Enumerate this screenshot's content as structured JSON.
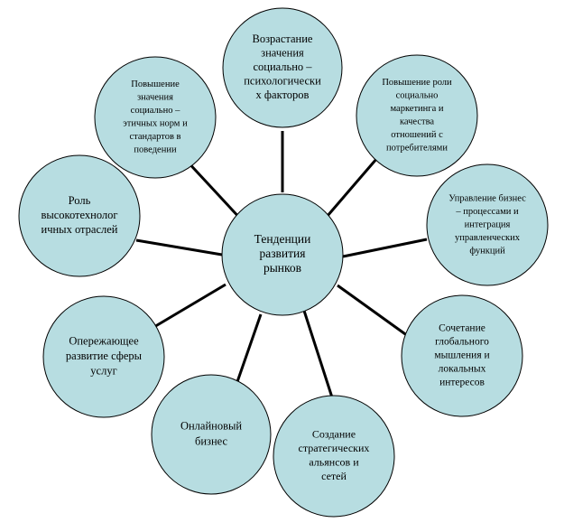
{
  "diagram": {
    "center": {
      "lines": [
        "Тенденции",
        "развития",
        "рынков"
      ]
    },
    "nodes": [
      {
        "id": "top",
        "lines": [
          "Возрастание",
          "значения",
          "социально –",
          "психологически",
          "х факторов"
        ]
      },
      {
        "id": "top-right",
        "lines": [
          "Повышение роли",
          "социально",
          "маркетинга и",
          "качества",
          "отношений с",
          "потребителями"
        ]
      },
      {
        "id": "right",
        "lines": [
          "Управление бизнес",
          "– процессами и",
          "интеграция",
          "управленческих",
          "функций"
        ]
      },
      {
        "id": "bottom-right",
        "lines": [
          "Сочетание",
          "глобального",
          "мышления и",
          "локальных",
          "интересов"
        ]
      },
      {
        "id": "bottom",
        "lines": [
          "Создание",
          "стратегических",
          "альянсов и",
          "сетей"
        ]
      },
      {
        "id": "bottom-left",
        "lines": [
          "Онлайновый",
          "бизнес"
        ]
      },
      {
        "id": "left-lower",
        "lines": [
          "Опережающее",
          "развитие сферы",
          "услуг"
        ]
      },
      {
        "id": "left",
        "lines": [
          "Роль",
          "высокотехнолог",
          "ичных отраслей"
        ]
      },
      {
        "id": "top-left",
        "lines": [
          "Повышение",
          "значения",
          "социально –",
          "этичных норм и",
          "стандартов в",
          "поведении"
        ]
      }
    ]
  },
  "colors": {
    "fill": "#b7dde1",
    "stroke": "#000000",
    "text": "#000000"
  }
}
